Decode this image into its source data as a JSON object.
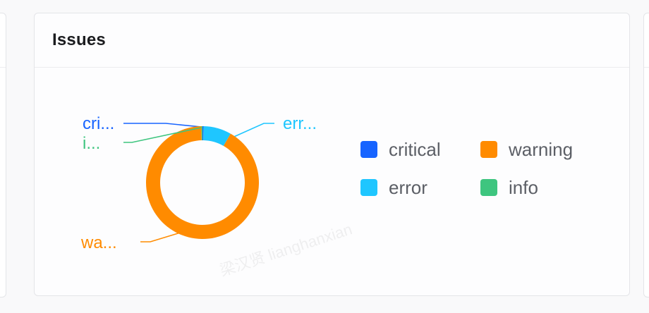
{
  "card": {
    "title": "Issues"
  },
  "watermark": "梁汉贤 lianghanxian",
  "chart_data": {
    "type": "pie",
    "donut": true,
    "categories": [
      "critical",
      "error",
      "warning",
      "info"
    ],
    "values": [
      0.3,
      8,
      91.4,
      0.3
    ],
    "colors": [
      "#1764ff",
      "#1fc6ff",
      "#ff8b00",
      "#3ec57f"
    ],
    "slice_labels": [
      "cri...",
      "err...",
      "wa...",
      "i..."
    ],
    "legend_position": "right"
  },
  "legend": {
    "items": [
      {
        "label": "critical",
        "color": "#1764ff"
      },
      {
        "label": "warning",
        "color": "#ff8b00"
      },
      {
        "label": "error",
        "color": "#1fc6ff"
      },
      {
        "label": "info",
        "color": "#3ec57f"
      }
    ]
  }
}
